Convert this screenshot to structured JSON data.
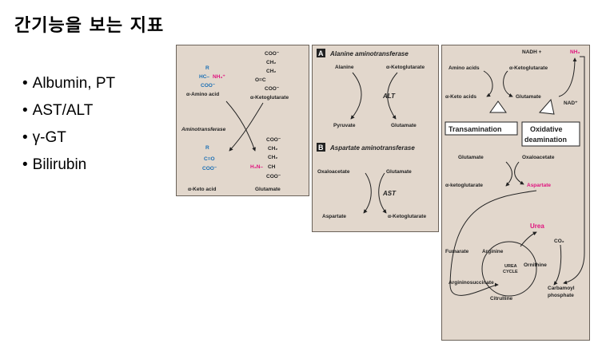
{
  "title": "간기능을 보는 지표",
  "bullets": [
    "Albumin, PT",
    "AST/ALT",
    "γ-GT",
    "Bilirubin"
  ],
  "panel1": {
    "amino_r": "R",
    "amino_hc": "HC–",
    "amino_nh3": "NH₃⁺",
    "amino_coo": "COO⁻",
    "alpha_amino_acid": "α-Amino acid",
    "keto_coo1": "COO⁻",
    "keto_ch2a": "CH₂",
    "keto_ch2b": "CH₂",
    "keto_oc": "O=C",
    "keto_coo2": "COO⁻",
    "alpha_ketoglutarate": "α-Ketoglutarate",
    "aminotransferase": "Aminotransferase",
    "ka_r": "R",
    "ka_co": "C=O",
    "ka_coo": "COO⁻",
    "alpha_keto_acid": "α-Keto acid",
    "glu_coo1": "COO⁻",
    "glu_ch2a": "CH₂",
    "glu_ch2b": "CH₂",
    "glu_h3n": "H₃N–",
    "glu_ch": "CH",
    "glu_coo2": "COO⁻",
    "glutamate": "Glutamate"
  },
  "panel2": {
    "a_badge": "A",
    "a_title": "Alanine aminotransferase",
    "alanine": "Alanine",
    "a_ketoglutarate": "α-Ketoglutarate",
    "alt": "ALT",
    "pyruvate": "Pyruvate",
    "a_glutamate": "Glutamate",
    "b_badge": "B",
    "b_title": "Aspartate aminotransferase",
    "oxaloacetate": "Oxaloacetate",
    "b_glutamate": "Glutamate",
    "ast": "AST",
    "aspartate": "Aspartate",
    "b_ketoglutarate": "α-Ketoglutarate"
  },
  "panel3": {
    "nadh": "NADH +",
    "nh3": "NH₃",
    "amino_acids": "Amino acids",
    "ketoglutarate_top": "α-Ketoglutarate",
    "keto_acids": "α-Keto acids",
    "glutamate_top": "Glutamate",
    "nad": "NAD⁺",
    "transamination": "Transamination",
    "oxidative": "Oxidative",
    "deamination": "deamination",
    "glutamate_mid": "Glutamate",
    "oxaloacetate": "Oxaloacetate",
    "ketoglutarate_mid": "α-ketoglutarate",
    "aspartate": "Aspartate",
    "urea": "Urea",
    "co2": "CO₂",
    "fumarate": "Fumarate",
    "arginine": "Arginine",
    "urea_cycle_1": "UREA",
    "urea_cycle_2": "CYCLE",
    "ornithine": "Ornithine",
    "argininosuccinate": "Argininosuccinate",
    "carbamoyl": "Carbamoyl",
    "phosphate": "phosphate",
    "citrulline": "Citrulline"
  }
}
